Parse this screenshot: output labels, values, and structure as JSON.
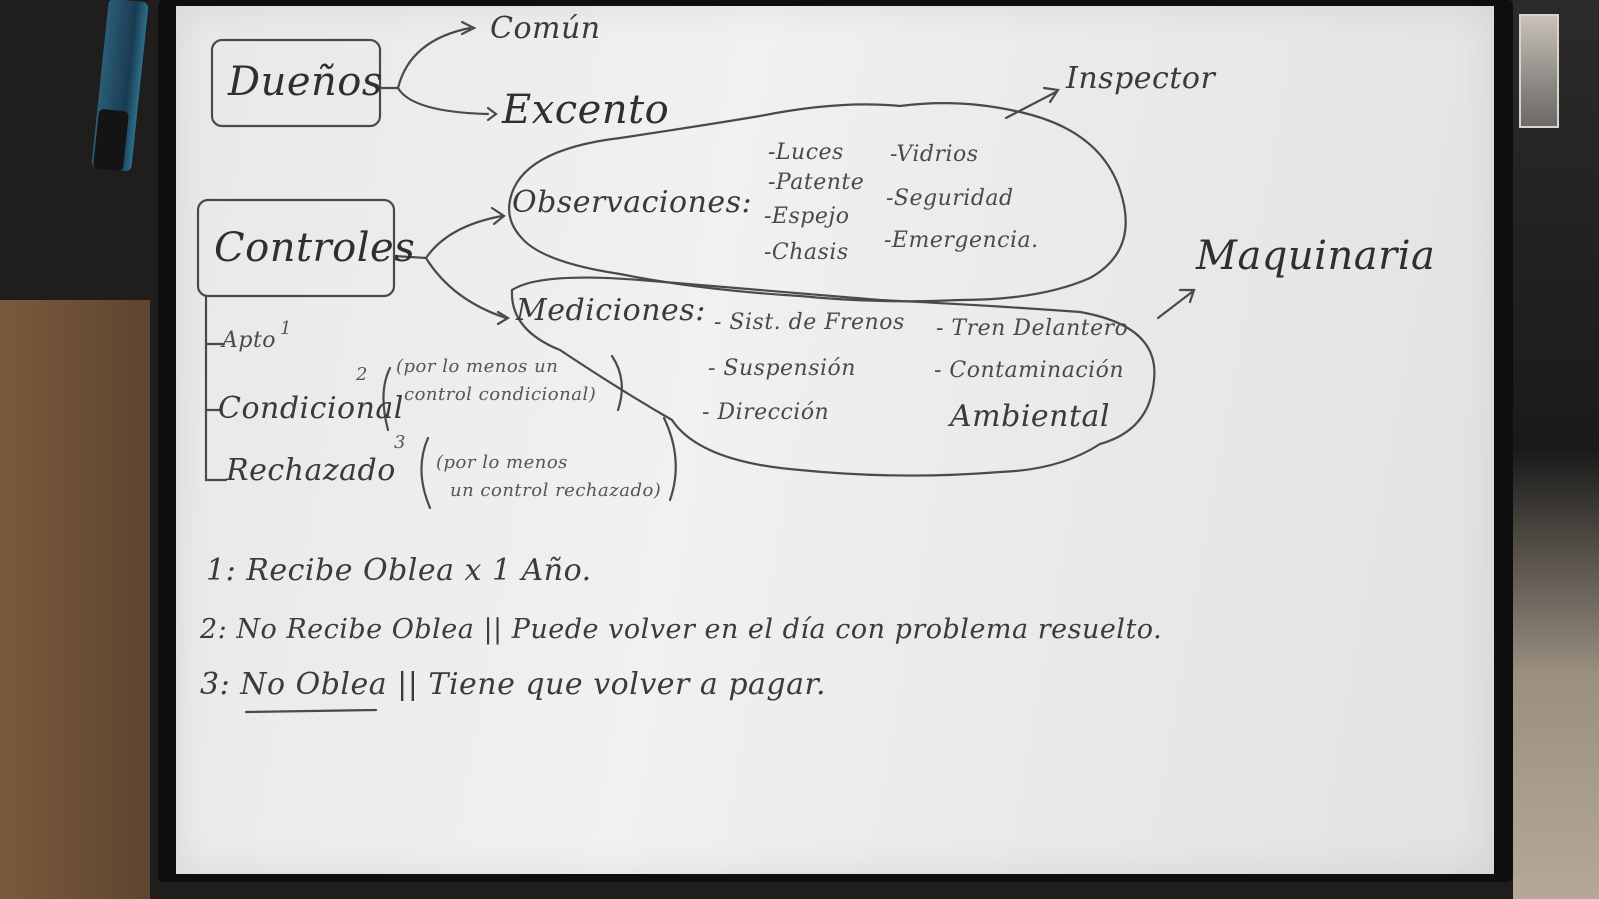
{
  "board": {
    "duenos": {
      "title": "Dueños",
      "branches": [
        "Común",
        "Excento"
      ]
    },
    "inspector": "Inspector",
    "maquinaria": "Maquinaria",
    "controles": {
      "title": "Controles",
      "observaciones": {
        "title": "Observaciones:",
        "items_left": [
          "-Luces",
          "-Patente",
          "-Espejo",
          "-Chasis"
        ],
        "items_right": [
          "-Vidrios",
          "-Seguridad",
          "-Emergencia."
        ]
      },
      "mediciones": {
        "title": "Mediciones:",
        "items_left": [
          "- Sist. de Frenos",
          "- Suspensión",
          "- Dirección"
        ],
        "items_right": [
          "- Tren Delantero",
          "- Contaminación",
          "Ambiental"
        ]
      },
      "results": [
        {
          "label": "Apto",
          "mark": "1",
          "note": ""
        },
        {
          "label": "Condicional",
          "mark": "2",
          "note_lines": [
            "(por lo menos un",
            "control condicional)"
          ]
        },
        {
          "label": "Rechazado",
          "mark": "3",
          "note_lines": [
            "(por lo menos",
            "un control rechazado)"
          ]
        }
      ]
    },
    "notes": [
      {
        "prefix": "1:",
        "text": "Recibe Oblea x 1 Año."
      },
      {
        "prefix": "2:",
        "text": "No Recibe Oblea || Puede volver en el día con problema resuelto."
      },
      {
        "prefix": "3:",
        "underlined": "No Oblea",
        "text": " || Tiene que volver a pagar."
      }
    ]
  }
}
